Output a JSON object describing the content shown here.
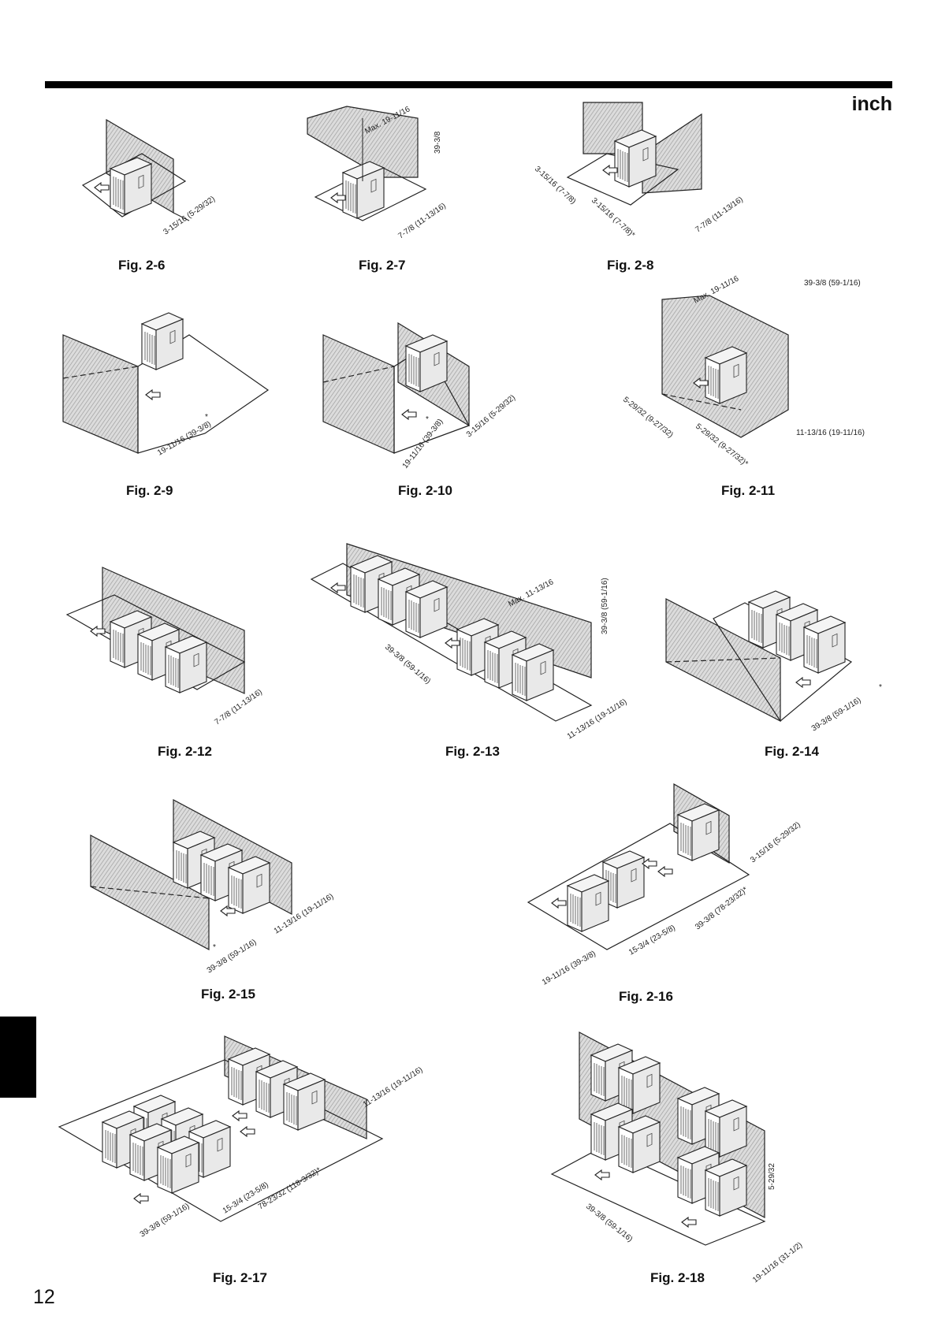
{
  "header": {
    "unit": "inch"
  },
  "page_number": "12",
  "figures": [
    {
      "id": "2-6",
      "caption": "Fig. 2-6",
      "dims": [
        "3-15/16 (5-29/32)"
      ]
    },
    {
      "id": "2-7",
      "caption": "Fig. 2-7",
      "dims": [
        "Max. 19-11/16",
        "39-3/8",
        "7-7/8 (11-13/16)"
      ]
    },
    {
      "id": "2-8",
      "caption": "Fig. 2-8",
      "dims": [
        "3-15/16 (7-7/8)",
        "3-15/16 (7-7/8)*",
        "7-7/8 (11-13/16)"
      ]
    },
    {
      "id": "2-9",
      "caption": "Fig. 2-9",
      "dims": [
        "19-11/16 (39-3/8)",
        "*"
      ]
    },
    {
      "id": "2-10",
      "caption": "Fig. 2-10",
      "dims": [
        "19-11/16 (39-3/8)",
        "3-15/16 (5-29/32)",
        "*"
      ]
    },
    {
      "id": "2-11",
      "caption": "Fig. 2-11",
      "dims": [
        "Max. 19-11/16",
        "39-3/8 (59-1/16)",
        "5-29/32 (9-27/32)",
        "5-29/32 (9-27/32)*",
        "11-13/16 (19-11/16)"
      ]
    },
    {
      "id": "2-12",
      "caption": "Fig. 2-12",
      "dims": [
        "7-7/8 (11-13/16)"
      ]
    },
    {
      "id": "2-13",
      "caption": "Fig. 2-13",
      "dims": [
        "Max. 11-13/16",
        "39-3/8 (59-1/16)",
        "39-3/8 (59-1/16)",
        "11-13/16 (19-11/16)"
      ]
    },
    {
      "id": "2-14",
      "caption": "Fig. 2-14",
      "dims": [
        "39-3/8 (59-1/16)",
        "*"
      ]
    },
    {
      "id": "2-15",
      "caption": "Fig. 2-15",
      "dims": [
        "39-3/8 (59-1/16)",
        "11-13/16 (19-11/16)",
        "*"
      ]
    },
    {
      "id": "2-16",
      "caption": "Fig. 2-16",
      "dims": [
        "3-15/16 (5-29/32)",
        "39-3/8 (78-23/32)*",
        "15-3/4 (23-5/8)",
        "19-11/16 (39-3/8)"
      ]
    },
    {
      "id": "2-17",
      "caption": "Fig. 2-17",
      "dims": [
        "11-13/16 (19-11/16)",
        "78-23/32 (118-3/32)*",
        "15-3/4 (23-5/8)",
        "39-3/8 (59-1/16)"
      ]
    },
    {
      "id": "2-18",
      "caption": "Fig. 2-18",
      "dims": [
        "5-29/32",
        "39-3/8 (59-1/16)",
        "19-11/16 (31-1/2)"
      ]
    }
  ]
}
